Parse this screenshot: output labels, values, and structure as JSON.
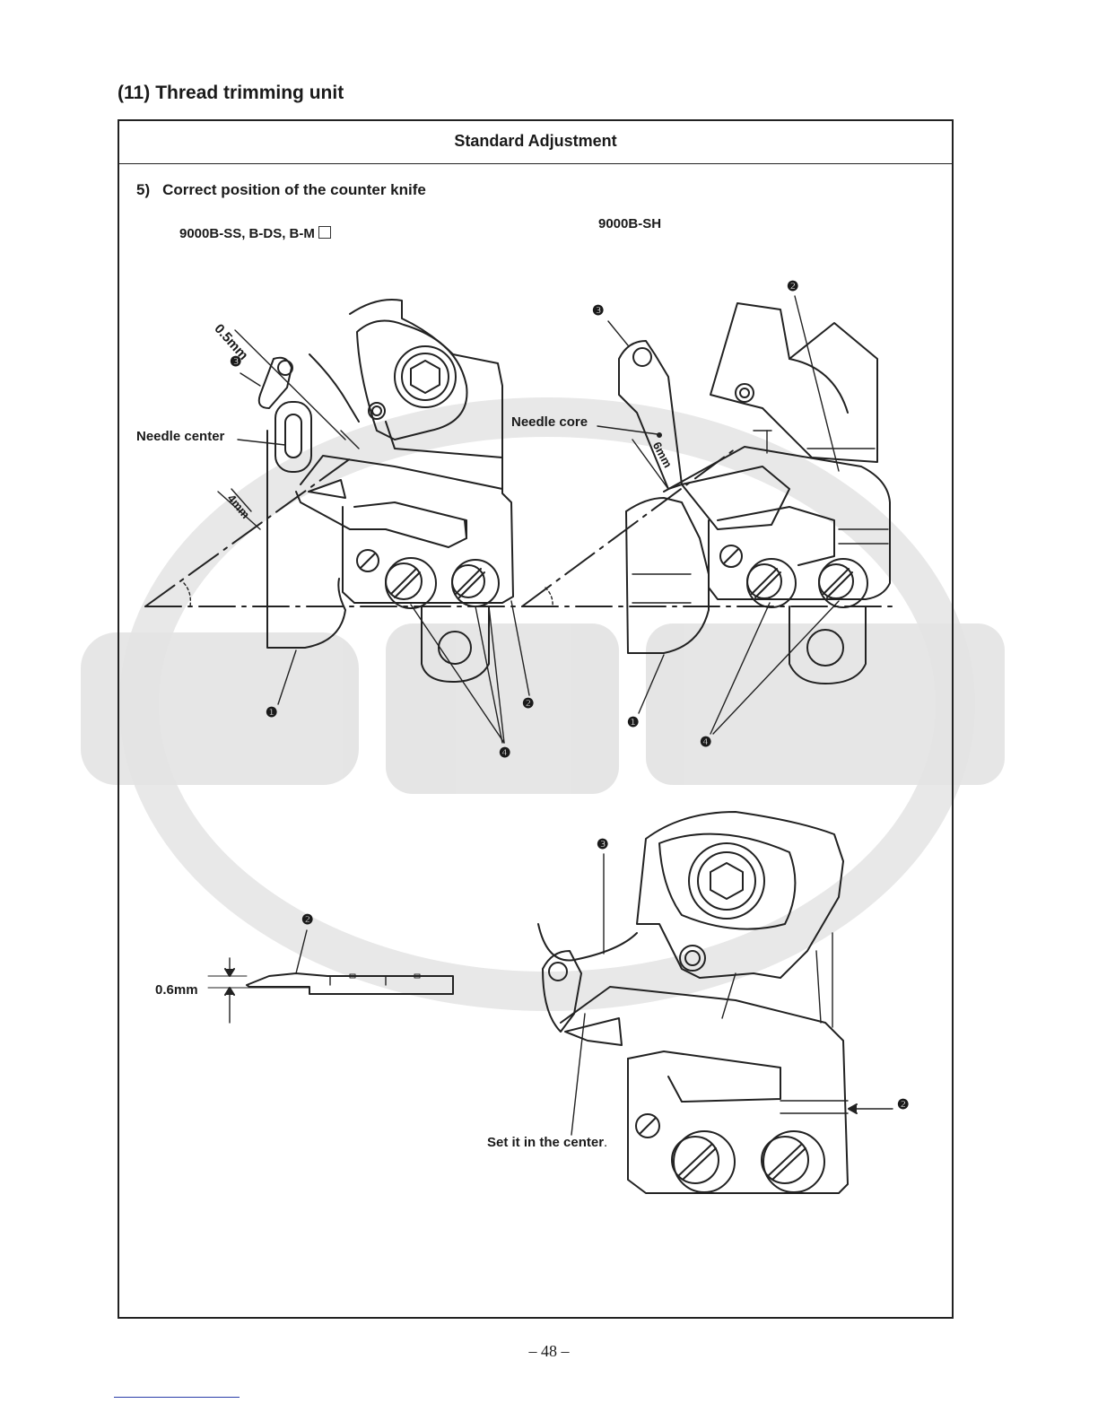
{
  "section": {
    "number": "(11)",
    "title": "Thread trimming unit"
  },
  "table": {
    "header": "Standard Adjustment"
  },
  "step": {
    "number": "5)",
    "title": "Correct position of the counter knife"
  },
  "left_diagram": {
    "model": "9000B-SS, B-DS, B-M",
    "dim_05": "0.5mm",
    "dim_4": "4mm",
    "needle_label": "Needle center",
    "callouts": [
      "❶",
      "❷",
      "❸",
      "❹"
    ]
  },
  "right_diagram": {
    "model": "9000B-SH",
    "dim_6": "6mm",
    "needle_label": "Needle core",
    "callouts": [
      "❶",
      "❷",
      "❸",
      "❹"
    ]
  },
  "bottom_left": {
    "dim": "0.6mm",
    "callout": "❷"
  },
  "bottom_right": {
    "label": "Set it in the center",
    "callouts": [
      "❸",
      "❷"
    ]
  },
  "page_number": "– 48 –",
  "colors": {
    "line": "#222222",
    "watermark": "#e6e6e6",
    "rule": "#2a3da8"
  }
}
